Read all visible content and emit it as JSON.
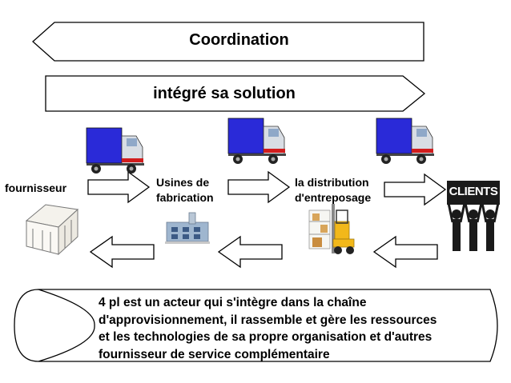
{
  "banners": {
    "top_label": "Coordination",
    "second_label": "intégré sa solution"
  },
  "nodes": {
    "supplier": "fournisseur",
    "factory_line1": "Usines de",
    "factory_line2": "fabrication",
    "distribution_line1": "la distribution",
    "distribution_line2": "d'entreposage",
    "clients_sign": "CLIENTS"
  },
  "description": {
    "line1": "4 pl est un acteur qui s'intègre dans la chaîne",
    "line2": "d'approvisionnement, il rassemble et gère les ressources",
    "line3": "et les technologies de sa propre organisation et d'autres",
    "line4": "fournisseur de service complémentaire"
  },
  "colors": {
    "truck_body": "#2a2ad8",
    "truck_cab": "#d8dde4",
    "truck_red": "#d11d1d",
    "forklift": "#f2b81a",
    "clients_sign": "#1a1a1a"
  }
}
